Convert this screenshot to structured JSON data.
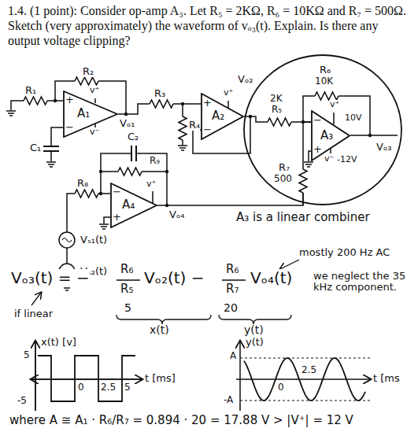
{
  "diagram": {
    "title": "1.4. (1 point): Consider op-amp A₃. Let R₅ = 2KΩ, R₆ = 10KΩ and R₇ = 500Ω. Sketch (very approximately) the waveform of vₒ₃(t). Explain. Is there any output voltage clipping?",
    "nodes": [
      {
        "text": [
          "+",
          "A₁",
          "−"
        ]
      },
      {
        "text": [
          "+",
          "A₂",
          "−"
        ]
      },
      {
        "text": [
          "−",
          "A₃",
          "+"
        ]
      },
      {
        "text": [
          "−",
          "A₄",
          "+"
        ]
      }
    ],
    "edges": [
      {
        "from": 0,
        "to": 1,
        "arrow": "none"
      },
      {
        "from": 1,
        "to": 2,
        "arrow": "none"
      },
      {
        "from": 3,
        "to": 2,
        "arrow": "none"
      }
    ],
    "labels": [
      "R₂",
      "R₁",
      "v⁺",
      "v⁻",
      "C₁",
      "Vₒ₁",
      "R₃",
      "R₄",
      "v⁺",
      "Vₒ₂",
      "2K",
      "R₅",
      "R₆",
      "10K",
      "v⁺",
      "10V",
      "Vₒ₃",
      "v⁻",
      "-12V",
      "R₇",
      "500",
      "C₂",
      "R₉",
      "R₈",
      "v⁺",
      "Vₒ₄",
      "Vₛ₁(t)",
      "Vₛ₂(t)",
      "A₃ is a linear combiner",
      "mostly 200 Hz AC",
      "Vₒ₃(t) = −",
      "R₆",
      "R₅",
      "Vₒ₂(t) −",
      "R₆",
      "R₇",
      "Vₒ₄(t)",
      "we neglect the 35 kHz component.",
      "if linear",
      "5",
      "20",
      "x(t)",
      "y(t)",
      "x(t) [v]",
      "5",
      "-5",
      "0",
      "2.5",
      "5",
      "t [ms]",
      "y(t)",
      "A",
      "-A",
      "0",
      "2.5",
      "t [ms",
      "where A ≅ A₁ · R₆/R₇ = 0.894 · 20 = 17.88 V > |V⁺| = 12 V"
    ]
  }
}
